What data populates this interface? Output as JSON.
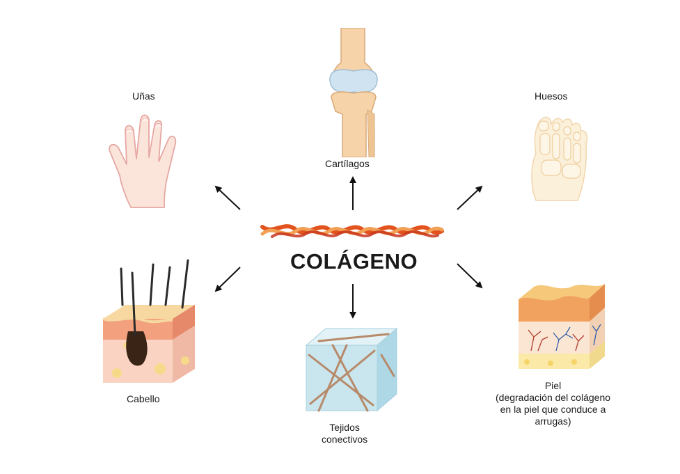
{
  "diagram": {
    "center": {
      "title": "COLÁGENO",
      "icon": "collagen-fiber-icon"
    },
    "nodes": [
      {
        "id": "unas",
        "label": "Uñas",
        "icon": "hand-icon"
      },
      {
        "id": "cartilagos",
        "label": "Cartílagos",
        "icon": "knee-joint-icon"
      },
      {
        "id": "huesos",
        "label": "Huesos",
        "icon": "foot-bones-icon"
      },
      {
        "id": "cabello",
        "label": "Cabello",
        "icon": "hair-follicle-icon"
      },
      {
        "id": "tejidos",
        "label_lines": [
          "Tejidos",
          "conectivos"
        ],
        "icon": "connective-tissue-cube-icon"
      },
      {
        "id": "piel",
        "label_lines": [
          "Piel",
          "(degradación del colágeno",
          "en la piel que conduce a",
          "arrugas)"
        ],
        "icon": "skin-layers-icon"
      }
    ]
  }
}
